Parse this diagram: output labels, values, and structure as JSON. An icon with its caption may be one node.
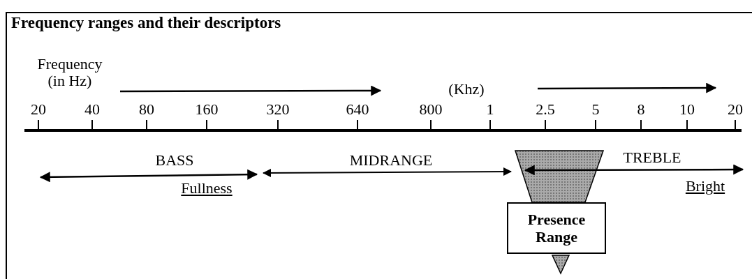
{
  "diagram": {
    "title": "Frequency ranges and their descriptors",
    "nodes": [
      {
        "text": [
          "Presence Range"
        ]
      }
    ],
    "labels": [
      "Frequency (in Hz)",
      "(Khz)",
      "20",
      "40",
      "80",
      "160",
      "320",
      "640",
      "800",
      "1",
      "2.5",
      "5",
      "8",
      "10",
      "20",
      "BASS",
      "MIDRANGE",
      "TREBLE",
      "Fullness",
      "Bright"
    ]
  }
}
